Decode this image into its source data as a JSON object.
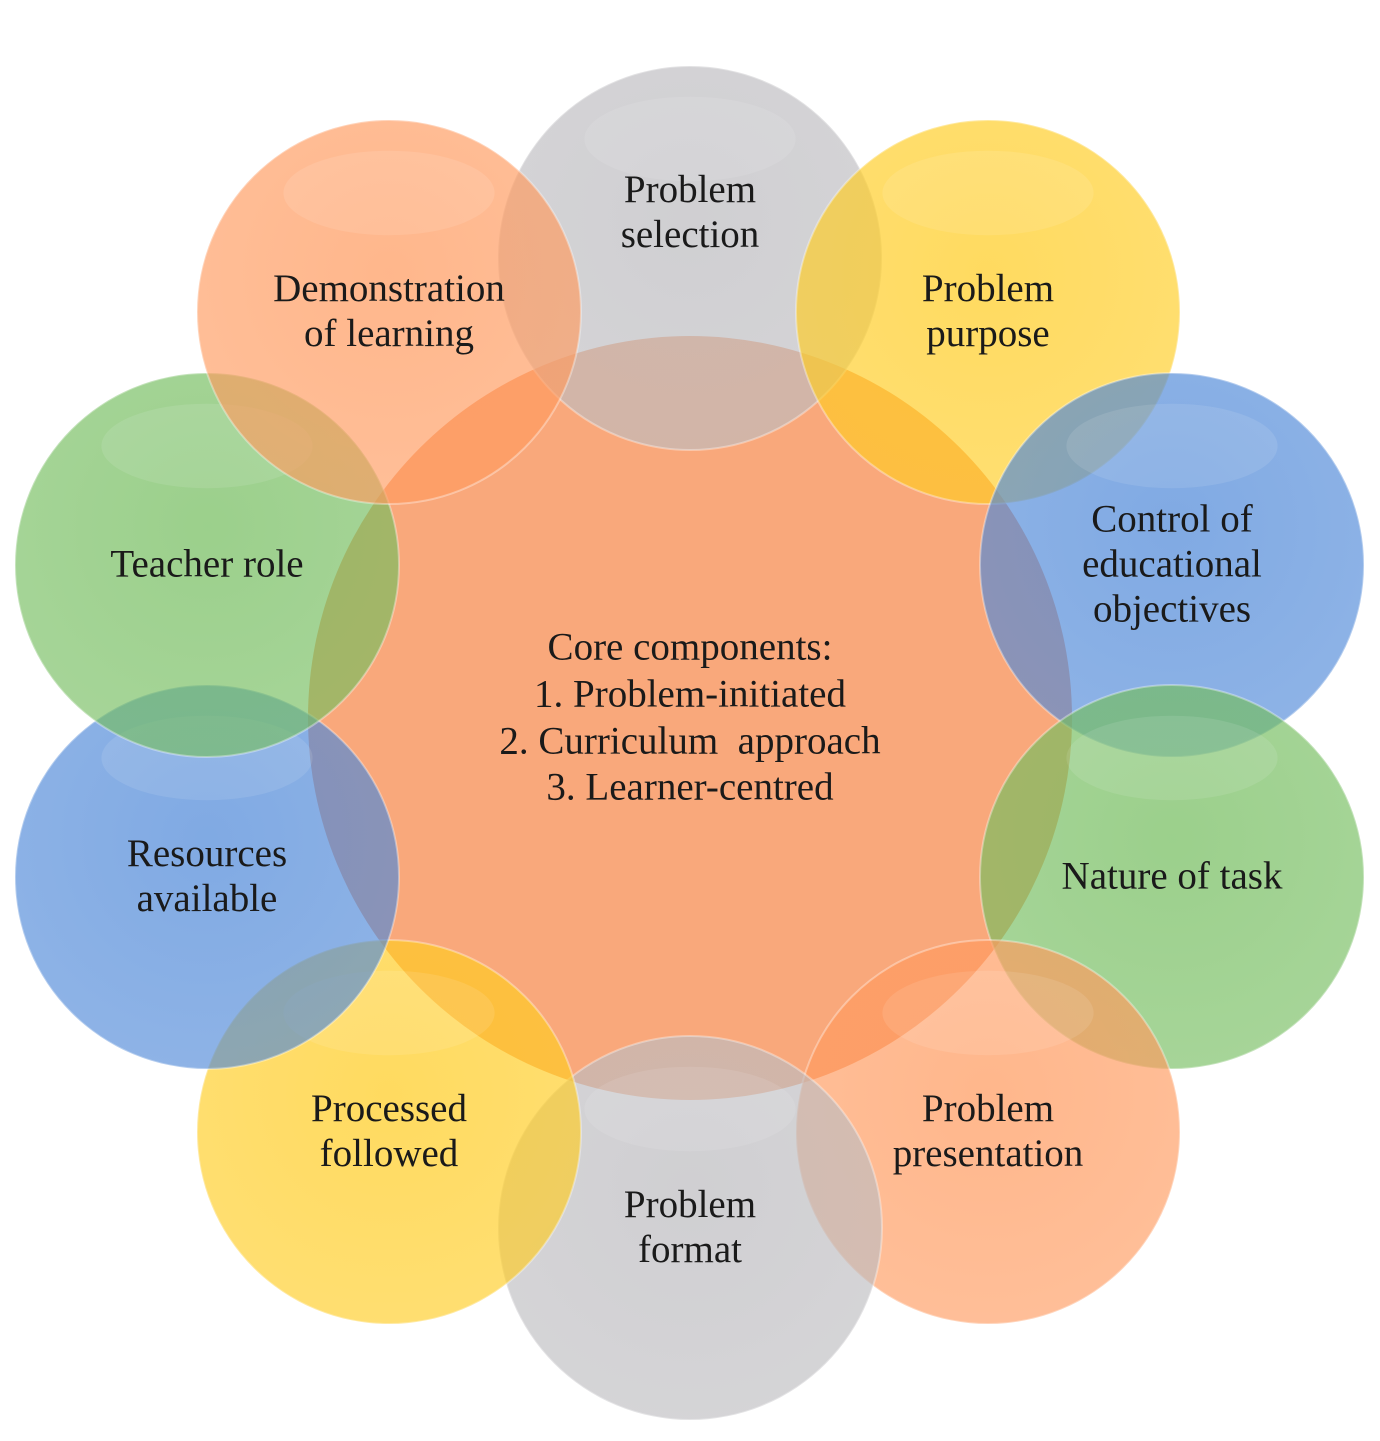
{
  "core": {
    "heading": "Core components:",
    "items": [
      "1. Problem-initiated",
      "2. Curriculum  approach",
      "3. Learner-centred"
    ],
    "color": "#F9A374"
  },
  "nodes": [
    {
      "id": "problem-selection",
      "lines": [
        "Problem",
        "selection"
      ],
      "color": "#BDBCC0"
    },
    {
      "id": "problem-purpose",
      "lines": [
        "Problem",
        "purpose"
      ],
      "color": "#FFCC21"
    },
    {
      "id": "control-of-educational-objectives",
      "lines": [
        "Control of",
        "educational",
        "objectives"
      ],
      "color": "#4E88D8"
    },
    {
      "id": "nature-of-task",
      "lines": [
        "Nature of task"
      ],
      "color": "#74BD5E"
    },
    {
      "id": "problem-presentation",
      "lines": [
        "Problem",
        "presentation"
      ],
      "color": "#FF9A5E"
    },
    {
      "id": "problem-format",
      "lines": [
        "Problem",
        "format"
      ],
      "color": "#BDBCC0"
    },
    {
      "id": "processed-followed",
      "lines": [
        "Processed",
        "followed"
      ],
      "color": "#FFCC21"
    },
    {
      "id": "resources-available",
      "lines": [
        "Resources",
        "available"
      ],
      "color": "#4E88D8"
    },
    {
      "id": "teacher-role",
      "lines": [
        "Teacher role"
      ],
      "color": "#74BD5E"
    },
    {
      "id": "demonstration-of-learning",
      "lines": [
        "Demonstration",
        "of learning"
      ],
      "color": "#FF9A5E"
    }
  ]
}
